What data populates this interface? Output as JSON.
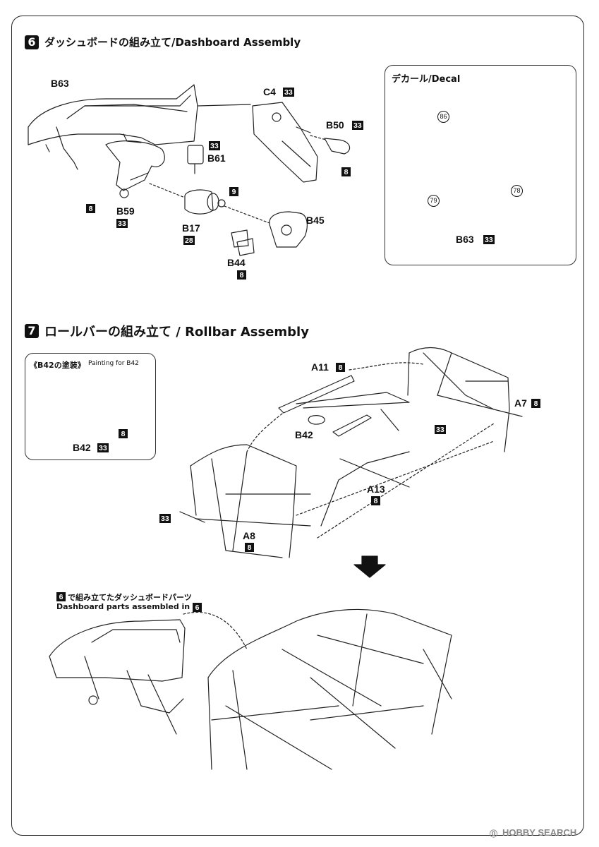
{
  "step6": {
    "number": "6",
    "title": "ダッシュボードの組み立て/Dashboard Assembly",
    "parts": {
      "b63": "B63",
      "c4": "C4",
      "c4_code": "33",
      "b50": "B50",
      "b50_code": "33",
      "b50_color": "8",
      "b61_code": "33",
      "b61": "B61",
      "b59_color": "8",
      "b59": "B59",
      "b59_code": "33",
      "b17_color": "9",
      "b17": "B17",
      "b17_code": "28",
      "b45": "B45",
      "b44": "B44",
      "b44_color": "8"
    },
    "decal": {
      "title": "デカール/Decal",
      "n86": "86",
      "n79": "79",
      "n78": "78",
      "part": "B63",
      "part_code": "33"
    }
  },
  "step7": {
    "number": "7",
    "title": "ロールバーの組み立て / Rollbar Assembly",
    "painting": {
      "title_jp": "《B42の塗装》",
      "title_en": "Painting for B42",
      "color": "8",
      "part": "B42",
      "part_code": "33"
    },
    "parts": {
      "a11": "A11",
      "a11_color": "8",
      "a7": "A7",
      "a7_color": "8",
      "a7_code": "33",
      "b42": "B42",
      "a13": "A13",
      "a13_color": "8",
      "a8_code": "33",
      "a8": "A8",
      "a8_color": "8"
    },
    "result_note": {
      "step_ref": "6",
      "line1": "で組み立てたダッシュボードパーツ",
      "line2": "Dashboard parts assembled in",
      "step_ref2": "6"
    }
  },
  "footer": {
    "watermark": "HOBBY SEARCH",
    "watermark_icon": "hobbysearch-logo-icon"
  }
}
